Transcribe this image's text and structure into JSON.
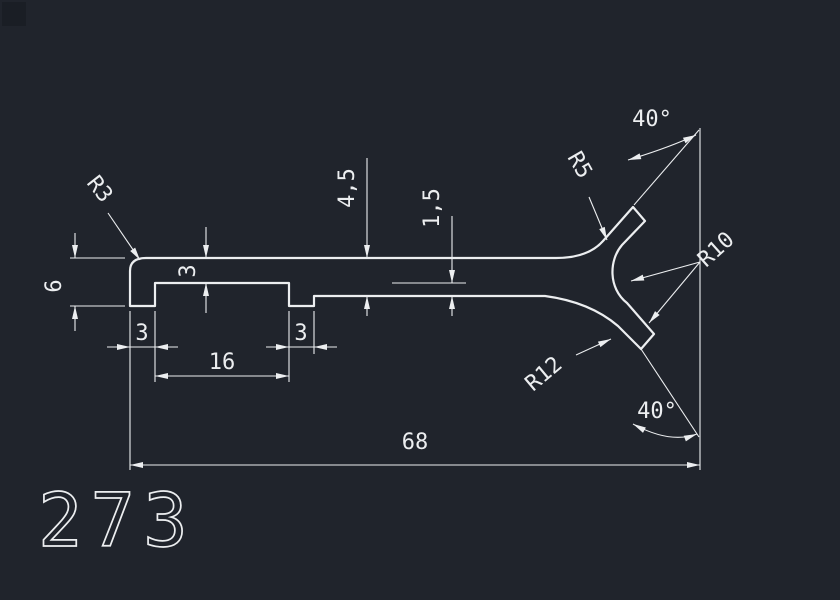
{
  "theme": {
    "background": "#20242c",
    "line_color": "#eceef0"
  },
  "drawing": {
    "number": "273",
    "dims": {
      "r3": "R3",
      "h6": "6",
      "t3": "3",
      "w3_left": "3",
      "w16": "16",
      "w3_right": "3",
      "t45": "4,5",
      "t15": "1,5",
      "r5": "R5",
      "a40_top": "40°",
      "r10": "R10",
      "r12": "R12",
      "a40_bottom": "40°",
      "w68": "68"
    }
  }
}
